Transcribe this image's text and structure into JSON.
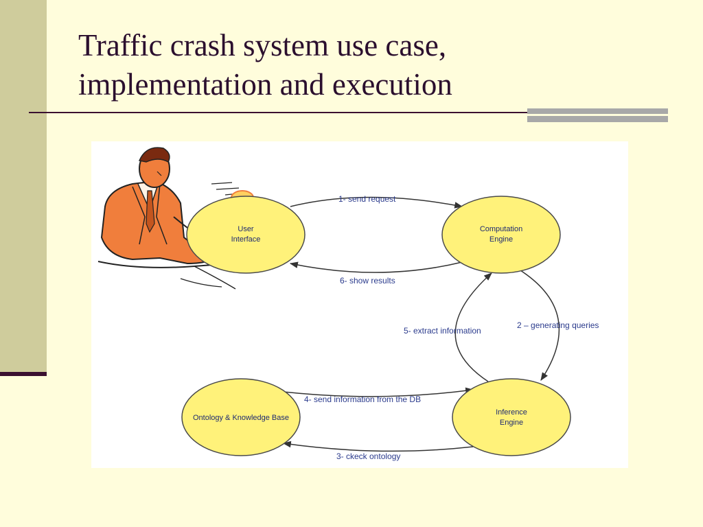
{
  "slide": {
    "title_line1": "Traffic crash system use case,",
    "title_line2": "implementation and execution"
  },
  "diagram": {
    "nodes": {
      "user_interface": {
        "line1": "User",
        "line2": "Interface"
      },
      "computation_engine": {
        "line1": "Computation",
        "line2": "Engine"
      },
      "inference_engine": {
        "line1": "Inference",
        "line2": "Engine"
      },
      "ontology_kb": {
        "line1": "Ontology & Knowledge Base"
      }
    },
    "edges": {
      "send_request": "1- send request",
      "generating_queries": "2 – generating queries",
      "check_ontology": "3- ckeck ontology",
      "send_information": "4- send information from the DB",
      "extract_information": "5- extract information",
      "show_results": "6- show results"
    }
  },
  "colors": {
    "node_fill": "#FFF27A",
    "node_stroke": "#4A4A4A",
    "edge_label": "#2A3A8C",
    "title": "#2B0F2E",
    "background": "#FFFDDC",
    "sidebar": "#CFCC9C"
  },
  "icons": {
    "person": "man-at-desk-clipart"
  }
}
